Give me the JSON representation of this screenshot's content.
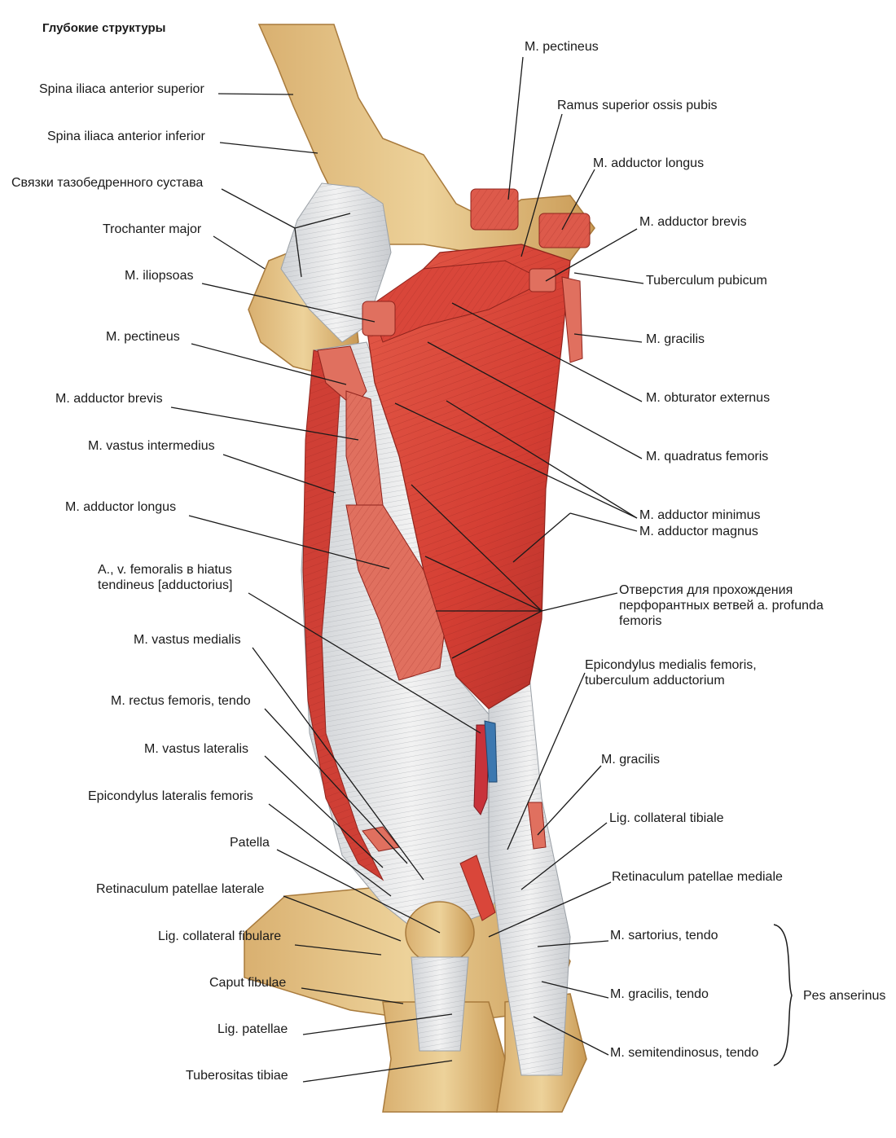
{
  "title": "Глубокие структуры",
  "left_labels": [
    "Spina iliaca anterior superior",
    "Spina iliaca anterior inferior",
    "Связки тазобедренного сустава",
    "Trochanter major",
    "M. iliopsoas",
    "M. pectineus",
    "M. adductor brevis",
    "M. vastus intermedius",
    "M. adductor longus",
    "A., v. femoralis в hiatus tendineus [adductorius]",
    "M. vastus medialis",
    "M. rectus femoris, tendo",
    "M. vastus lateralis",
    "Epicondylus lateralis femoris",
    "Patella",
    "Retinaculum patellae laterale",
    "Lig. collateral fibulare",
    "Caput fibulae",
    "Lig. patellae",
    "Tuberositas tibiae"
  ],
  "right_labels": [
    "M. pectineus",
    "Ramus superior ossis pubis",
    "M. adductor longus",
    "M. adductor brevis",
    "Tuberculum pubicum",
    "M. gracilis",
    "M. obturator externus",
    "M. quadratus femoris",
    "M. adductor minimus",
    "M. adductor magnus",
    "Отверстия для прохождения перфорантных ветвей a. profunda femoris",
    "Epicondylus medialis femoris, tuberculum adductorium",
    "M. gracilis",
    "Lig. collateral tibiale",
    "Retinaculum patellae mediale",
    "M. sartorius, tendo",
    "M. gracilis, tendo",
    "M. semitendinosus, tendo"
  ],
  "group_label": "Pes anserinus",
  "colors": {
    "bone": "#e6c58a",
    "bone_dark": "#c99a55",
    "muscle": "#d9463a",
    "muscle_dark": "#a52a20",
    "tendon": "#e7e8ea",
    "artery": "#c8323a",
    "vein": "#3c78b0"
  }
}
